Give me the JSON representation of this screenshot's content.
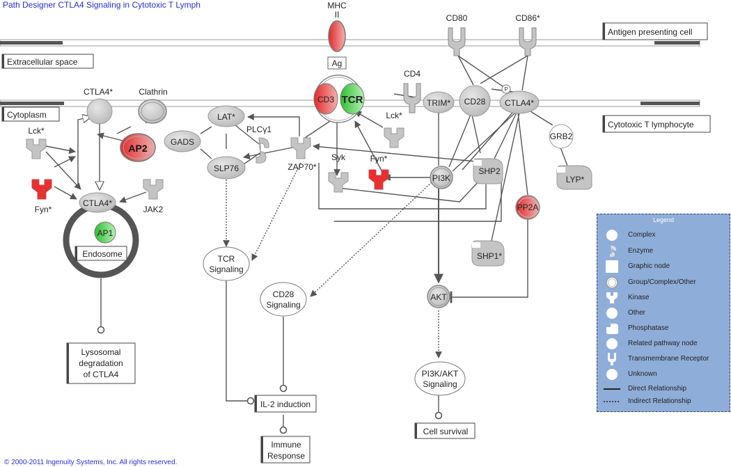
{
  "title": "Path Designer CTLA4 Signaling in Cytotoxic T Lymph",
  "copyright": "© 2000-2011 Ingenuity Systems, Inc. All rights reserved.",
  "compartments": {
    "antigen_presenting_cell": "Antigen presenting cell",
    "extracellular_space": "Extracellular space",
    "cytoplasm": "Cytoplasm",
    "cytotoxic_t_lymphocyte": "Cytotoxic T lymphocyte",
    "endosome": "Endosome"
  },
  "nodes": {
    "mhc_line1": "MHC",
    "mhc_line2": "II",
    "ag": "Ag",
    "cd80": "CD80",
    "cd86": "CD86*",
    "cd4": "CD4",
    "ctla4_top": "CTLA4*",
    "clathrin": "Clathrin",
    "cd3": "CD3",
    "tcr": "TCR",
    "trim": "TRIM*",
    "cd28": "CD28",
    "ctla4_right": "CTLA4*",
    "lat": "LAT*",
    "plcg1": "PLCγ1",
    "gads": "GADS",
    "slp76": "SLP76",
    "zap70": "ZAP70*",
    "lck_mid": "Lck*",
    "syk": "Syk",
    "fyn_mid": "Fyn*",
    "pi3k": "PI3K",
    "shp2": "SHP2",
    "grb2": "GRB2",
    "lyp": "LYP*",
    "pp2a": "PP2A",
    "shp1": "SHP1*",
    "akt": "AKT",
    "lck_left": "Lck*",
    "ap2": "AP2",
    "fyn_left": "Fyn*",
    "ctla4_endo": "CTLA4*",
    "jak2": "JAK2",
    "ap1": "AP1",
    "lysosomal_1": "Lysosomal",
    "lysosomal_2": "degradation",
    "lysosomal_3": "of CTLA4",
    "tcr_sig_1": "TCR",
    "tcr_sig_2": "Signaling",
    "cd28_sig_1": "CD28",
    "cd28_sig_2": "Signaling",
    "pi3k_sig_1": "PI3K/AKT",
    "pi3k_sig_2": "Signaling",
    "il2": "IL-2 induction",
    "immune_1": "Immune",
    "immune_2": "Response",
    "cell_survival": "Cell survival",
    "p_badge": "P"
  },
  "legend": {
    "title": "Legend",
    "items": [
      {
        "label": "Complex",
        "icon": "circle-icon"
      },
      {
        "label": "Enzyme",
        "icon": "enzyme-icon"
      },
      {
        "label": "Graphic node",
        "icon": "square-icon"
      },
      {
        "label": "Group/Complex/Other",
        "icon": "double-circle-icon"
      },
      {
        "label": "Kinase",
        "icon": "kinase-icon"
      },
      {
        "label": "Other",
        "icon": "circle-icon"
      },
      {
        "label": "Phosphatase",
        "icon": "phosphatase-icon"
      },
      {
        "label": "Related pathway node",
        "icon": "circle-icon"
      },
      {
        "label": "Transmembrane Receptor",
        "icon": "receptor-icon"
      },
      {
        "label": "Unknown",
        "icon": "circle-icon"
      },
      {
        "label": "Direct Relationship",
        "icon": "solid-line-icon"
      },
      {
        "label": "Indirect Relationship",
        "icon": "dotted-line-icon"
      }
    ]
  },
  "colors": {
    "node_gray": "#c8c8c8",
    "upregulated_red": "#e83030",
    "downregulated_green": "#3cc43c",
    "edge": "#555555",
    "legend_bg": "#8fadd9"
  }
}
